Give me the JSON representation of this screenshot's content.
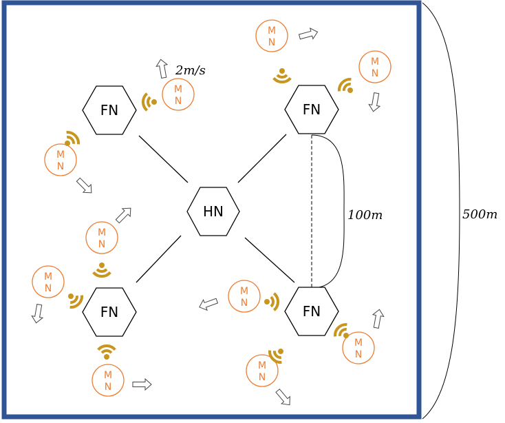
{
  "colors": {
    "border": "#2F5597",
    "mobile_node": "#ED7D31",
    "wifi": "#C8961E",
    "node_stroke": "#000000"
  },
  "hub_node": {
    "label": "HN"
  },
  "fog_nodes": [
    {
      "label": "FN"
    },
    {
      "label": "FN"
    },
    {
      "label": "FN"
    },
    {
      "label": "FN"
    }
  ],
  "mobile_node": {
    "line1": "M",
    "line2": "N"
  },
  "labels": {
    "speed": "2m/s",
    "fn_distance": "100m",
    "area_size": "500m"
  },
  "icons": [
    "wifi-signal-icon",
    "movement-arrow-icon"
  ]
}
